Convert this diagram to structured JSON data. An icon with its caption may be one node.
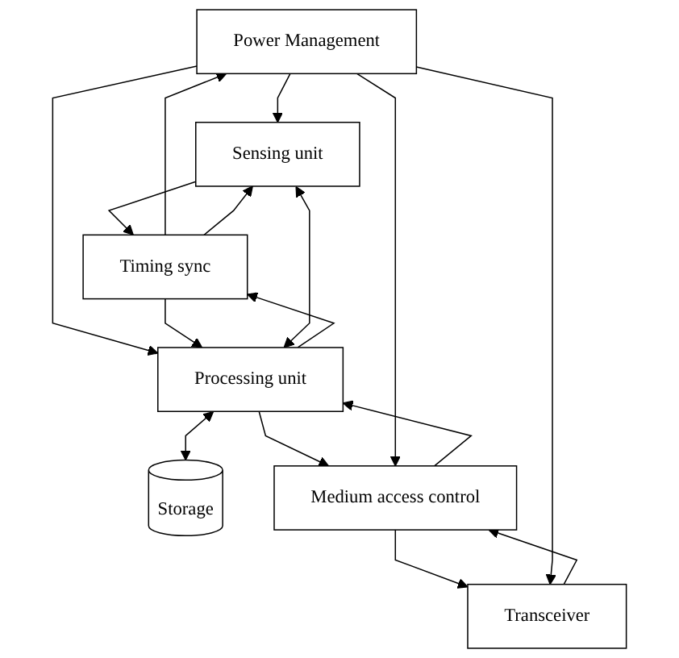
{
  "diagram": {
    "nodes": [
      {
        "text": [
          "Power Management"
        ]
      },
      {
        "text": [
          "Sensing unit"
        ]
      },
      {
        "text": [
          "Timing sync"
        ]
      },
      {
        "text": [
          "Processing unit"
        ]
      },
      {
        "text": [
          "Storage"
        ]
      },
      {
        "text": [
          "Medium access control"
        ]
      },
      {
        "text": [
          "Transceiver"
        ]
      }
    ],
    "edges": [
      {
        "from": 0,
        "to": 1,
        "arrow": "to"
      },
      {
        "from": 2,
        "to": 0,
        "arrow": "to"
      },
      {
        "from": 0,
        "to": 3,
        "arrow": "to"
      },
      {
        "from": 3,
        "to": 2,
        "arrow": "to"
      },
      {
        "from": 2,
        "to": 1,
        "arrow": "to"
      },
      {
        "from": 1,
        "to": 2,
        "arrow": "to"
      },
      {
        "from": 2,
        "to": 3,
        "arrow": "to"
      },
      {
        "from": 1,
        "to": 3,
        "arrow": "both"
      },
      {
        "from": 3,
        "to": 4,
        "arrow": "both"
      },
      {
        "from": 3,
        "to": 5,
        "arrow": "to"
      },
      {
        "from": 5,
        "to": 3,
        "arrow": "to"
      },
      {
        "from": 0,
        "to": 5,
        "arrow": "to"
      },
      {
        "from": 5,
        "to": 6,
        "arrow": "to"
      },
      {
        "from": 6,
        "to": 5,
        "arrow": "to"
      },
      {
        "from": 0,
        "to": 6,
        "arrow": "to"
      }
    ]
  }
}
